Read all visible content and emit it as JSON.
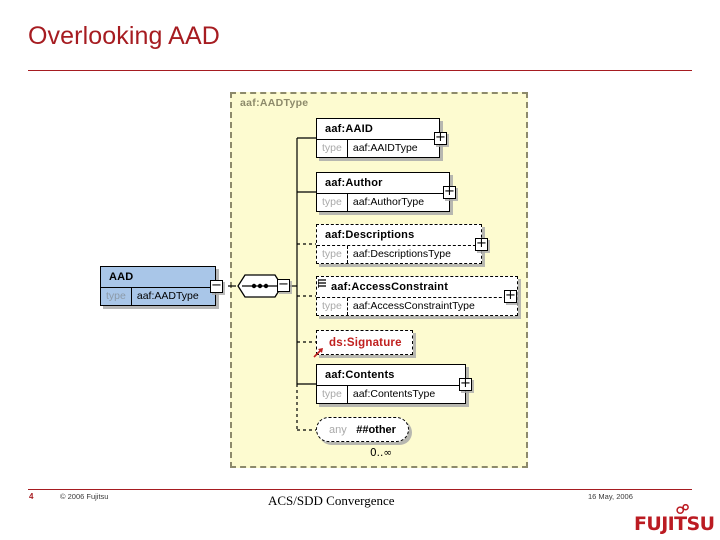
{
  "slide": {
    "title": "Overlooking AAD",
    "title_color": "#a61c21"
  },
  "diagram": {
    "container_label": "aaf:AADType",
    "container_fill": "#fdfbd0",
    "container_border": "#8d8a6b",
    "root": {
      "name": "AAD",
      "type_key": "type",
      "type_value": "aaf:AADType",
      "expander": "−",
      "fill": "#a9c6e8"
    },
    "compositor": {
      "kind": "sequence",
      "expander": "−"
    },
    "children": [
      {
        "name": "aaf:AAID",
        "type_key": "type",
        "type_value": "aaf:AAIDType",
        "expander": "+",
        "optional": false,
        "repeated": false
      },
      {
        "name": "aaf:Author",
        "type_key": "type",
        "type_value": "aaf:AuthorType",
        "expander": "+",
        "optional": false,
        "repeated": false
      },
      {
        "name": "aaf:Descriptions",
        "type_key": "type",
        "type_value": "aaf:DescriptionsType",
        "expander": "+",
        "optional": true,
        "repeated": false
      },
      {
        "name": "aaf:AccessConstraint",
        "type_key": "type",
        "type_value": "aaf:AccessConstraintType",
        "expander": "+",
        "optional": true,
        "repeated": true
      },
      {
        "name": "ds:Signature",
        "kind": "reference",
        "optional": true,
        "color": "#c0201f"
      },
      {
        "name": "aaf:Contents",
        "type_key": "type",
        "type_value": "aaf:ContentsType",
        "expander": "+",
        "optional": false,
        "repeated": false
      },
      {
        "name": "any",
        "kind": "any",
        "namespace": "##other",
        "cardinality": "0..∞",
        "optional": true
      }
    ]
  },
  "footer": {
    "page_number": "4",
    "copyright": "© 2006 Fujitsu",
    "center_text": "ACS/SDD Convergence",
    "date": "16 May, 2006",
    "logo_text": "FUJITSU",
    "rule_color": "#a61c21"
  }
}
